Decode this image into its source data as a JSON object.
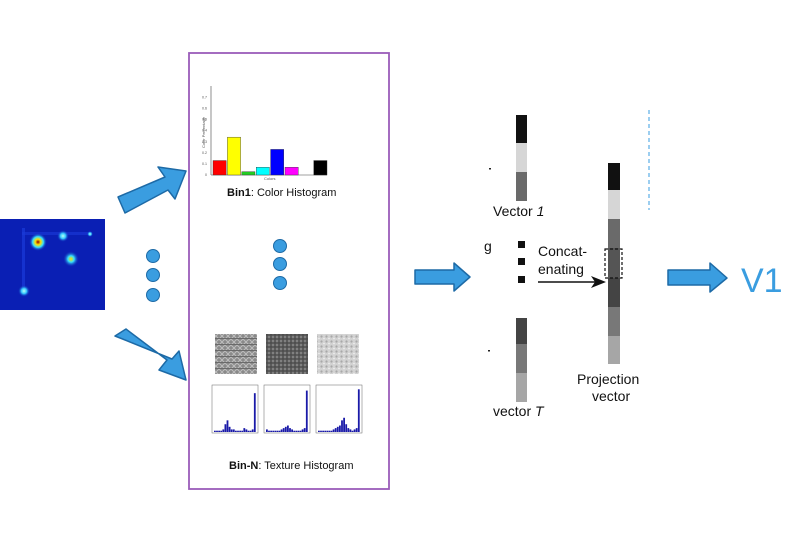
{
  "colors": {
    "arrow_fill": "#3a9de0",
    "arrow_stroke": "#1d6aa6",
    "panel_border": "#9a5cb9",
    "v1_text": "#3a9de0",
    "heatmap_bg": "#0a1fb4"
  },
  "bin1": {
    "bold": "Bin1",
    "rest": ": Color Histogram"
  },
  "binN": {
    "bold": "Bin-N",
    "rest": ": Texture Histogram"
  },
  "color_histogram": {
    "ylabel": "Color Percentage",
    "xlabel": "Colors",
    "ticks": [
      "0",
      "0.1",
      "0.2",
      "0.3",
      "0.4",
      "0.5",
      "0.6",
      "0.7"
    ],
    "bars": [
      {
        "color": "#ff0000",
        "value": 0.13
      },
      {
        "color": "#ffff00",
        "value": 0.34
      },
      {
        "color": "#22cc22",
        "value": 0.03
      },
      {
        "color": "#00ffff",
        "value": 0.07
      },
      {
        "color": "#0000ff",
        "value": 0.23
      },
      {
        "color": "#ff00ff",
        "value": 0.07
      },
      {
        "color": "#ffffff",
        "value": 0.0
      },
      {
        "color": "#000000",
        "value": 0.13
      }
    ]
  },
  "vector1": {
    "label_text": "Vector ",
    "label_index": "1"
  },
  "vectorT": {
    "label_text": "vector ",
    "label_index": "T"
  },
  "concat_label": {
    "line1": "Concat-",
    "line2": "enating"
  },
  "projection_label": {
    "line1": "Projection",
    "line2": "vector"
  },
  "output_label": "V1",
  "partial_glyph": "g"
}
